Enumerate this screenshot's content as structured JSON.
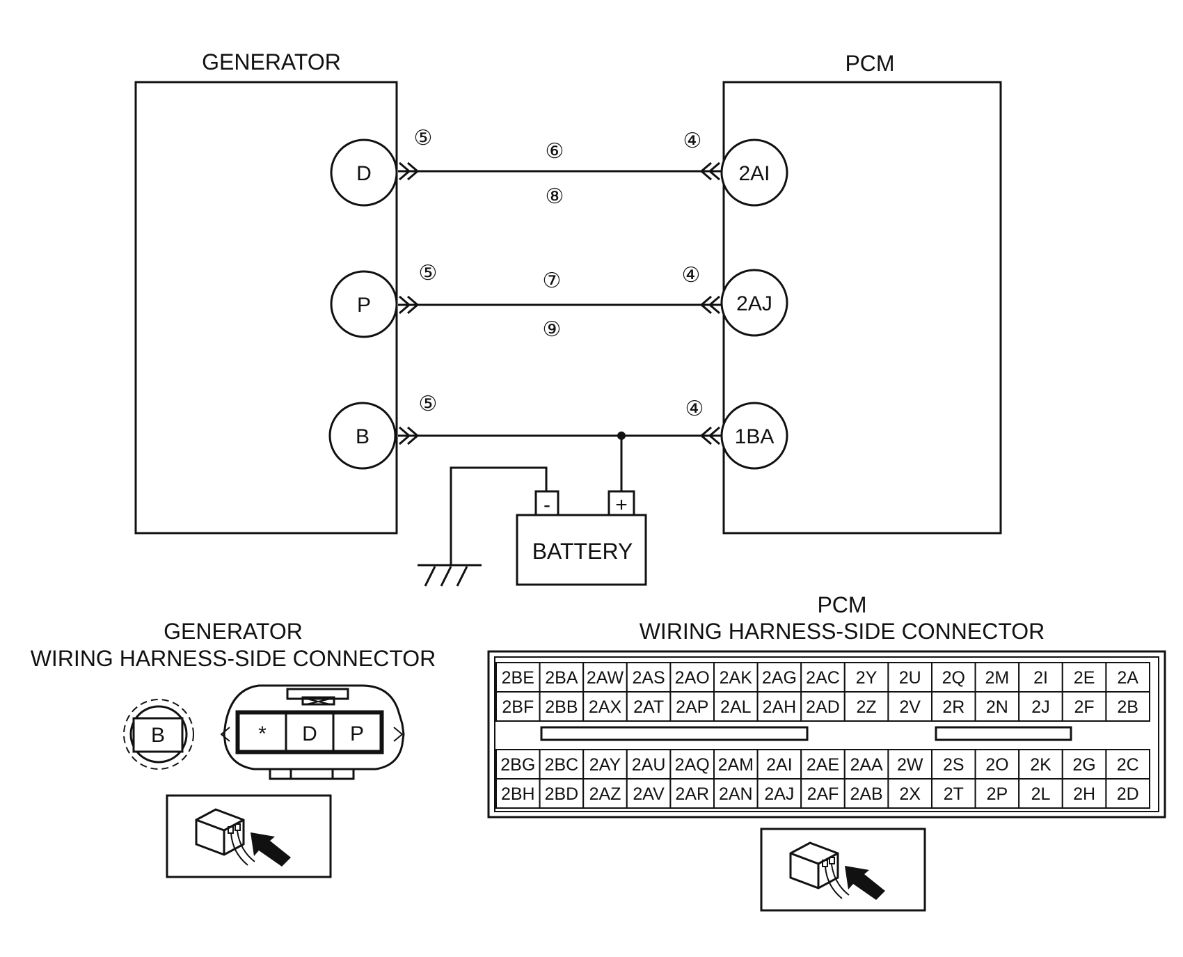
{
  "top": {
    "generator_label": "GENERATOR",
    "pcm_label": "PCM",
    "battery_label": "BATTERY",
    "battery_minus": "-",
    "battery_plus": "+",
    "generator_pins": [
      "D",
      "P",
      "B"
    ],
    "pcm_pins": [
      "2AI",
      "2AJ",
      "1BA"
    ],
    "wire_numbers": {
      "gen_side": [
        "⑤",
        "⑤",
        "⑤"
      ],
      "pcm_side": [
        "④",
        "④",
        "④"
      ],
      "wire_d_top": "⑥",
      "wire_d_bottom": "⑧",
      "wire_p_top": "⑦",
      "wire_p_bottom": "⑨"
    }
  },
  "gen_connector": {
    "title_line1": "GENERATOR",
    "title_line2": "WIRING HARNESS-SIDE CONNECTOR",
    "b_terminal": "B",
    "cells": [
      "*",
      "D",
      "P"
    ]
  },
  "pcm_connector": {
    "title_line1": "PCM",
    "title_line2": "WIRING HARNESS-SIDE CONNECTOR",
    "upper_rows": [
      [
        "2BE",
        "2BA",
        "2AW",
        "2AS",
        "2AO",
        "2AK",
        "2AG",
        "2AC",
        "2Y",
        "2U",
        "2Q",
        "2M",
        "2I",
        "2E",
        "2A"
      ],
      [
        "2BF",
        "2BB",
        "2AX",
        "2AT",
        "2AP",
        "2AL",
        "2AH",
        "2AD",
        "2Z",
        "2V",
        "2R",
        "2N",
        "2J",
        "2F",
        "2B"
      ]
    ],
    "lower_rows": [
      [
        "2BG",
        "2BC",
        "2AY",
        "2AU",
        "2AQ",
        "2AM",
        "2AI",
        "2AE",
        "2AA",
        "2W",
        "2S",
        "2O",
        "2K",
        "2G",
        "2C"
      ],
      [
        "2BH",
        "2BD",
        "2AZ",
        "2AV",
        "2AR",
        "2AN",
        "2AJ",
        "2AF",
        "2AB",
        "2X",
        "2T",
        "2P",
        "2L",
        "2H",
        "2D"
      ]
    ]
  }
}
